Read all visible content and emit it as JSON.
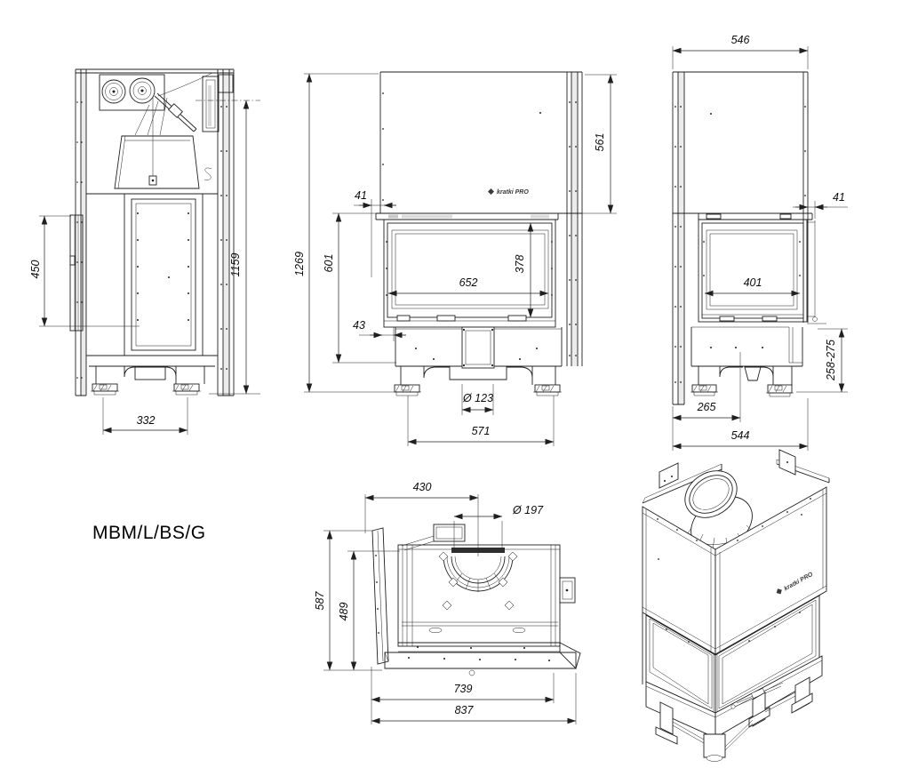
{
  "title": {
    "model": "MBM/L/BS/G"
  },
  "brand": {
    "full": "kratki PRO"
  },
  "views": {
    "side_left": {
      "dims": {
        "side_glass_height": "450",
        "body_height": "1159",
        "feet_spacing": "332"
      }
    },
    "front": {
      "dims": {
        "glass_offset": "41",
        "hood_height": "561",
        "total_height": "1269",
        "firebox_height": "601",
        "glass_width": "652",
        "glass_height": "378",
        "plinth_offset": "43",
        "air_inlet_diameter": "Ø 123",
        "feet_spacing": "571"
      }
    },
    "side_right": {
      "dims": {
        "depth": "546",
        "glass_offset": "41",
        "side_glass_width": "401",
        "base_height_range": "258-275",
        "flue_axis_offset": "265",
        "base_depth": "544"
      }
    },
    "top": {
      "dims": {
        "flue_axis_offset": "430",
        "flue_diameter": "Ø 197",
        "total_depth": "587",
        "body_depth": "489",
        "body_width": "739",
        "total_width": "837"
      }
    }
  }
}
